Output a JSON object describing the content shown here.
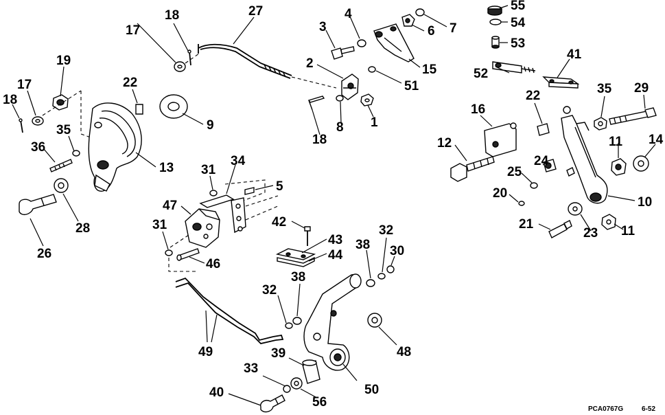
{
  "diagram": {
    "callouts": {
      "c1": "1",
      "c2": "2",
      "c3": "3",
      "c4": "4",
      "c5": "5",
      "c6": "6",
      "c7": "7",
      "c8": "8",
      "c9": "9",
      "c10": "10",
      "c11a": "11",
      "c11b": "11",
      "c12": "12",
      "c13": "13",
      "c14": "14",
      "c15": "15",
      "c16": "16",
      "c17a": "17",
      "c17b": "17",
      "c18a": "18",
      "c18b": "18",
      "c18c": "18",
      "c19": "19",
      "c20": "20",
      "c21": "21",
      "c22a": "22",
      "c22b": "22",
      "c23": "23",
      "c24": "24",
      "c25": "25",
      "c26": "26",
      "c27": "27",
      "c28": "28",
      "c29": "29",
      "c30": "30",
      "c31a": "31",
      "c31b": "31",
      "c32a": "32",
      "c32b": "32",
      "c33": "33",
      "c34": "34",
      "c35a": "35",
      "c35b": "35",
      "c36": "36",
      "c38a": "38",
      "c38b": "38",
      "c39": "39",
      "c40": "40",
      "c41": "41",
      "c42": "42",
      "c43": "43",
      "c44": "44",
      "c46": "46",
      "c47": "47",
      "c48": "48",
      "c49": "49",
      "c50": "50",
      "c51": "51",
      "c52": "52",
      "c53": "53",
      "c54": "54",
      "c55": "55",
      "c56": "56"
    },
    "footer": {
      "part_code": "PCA0767G",
      "page_code": "6-52"
    }
  }
}
